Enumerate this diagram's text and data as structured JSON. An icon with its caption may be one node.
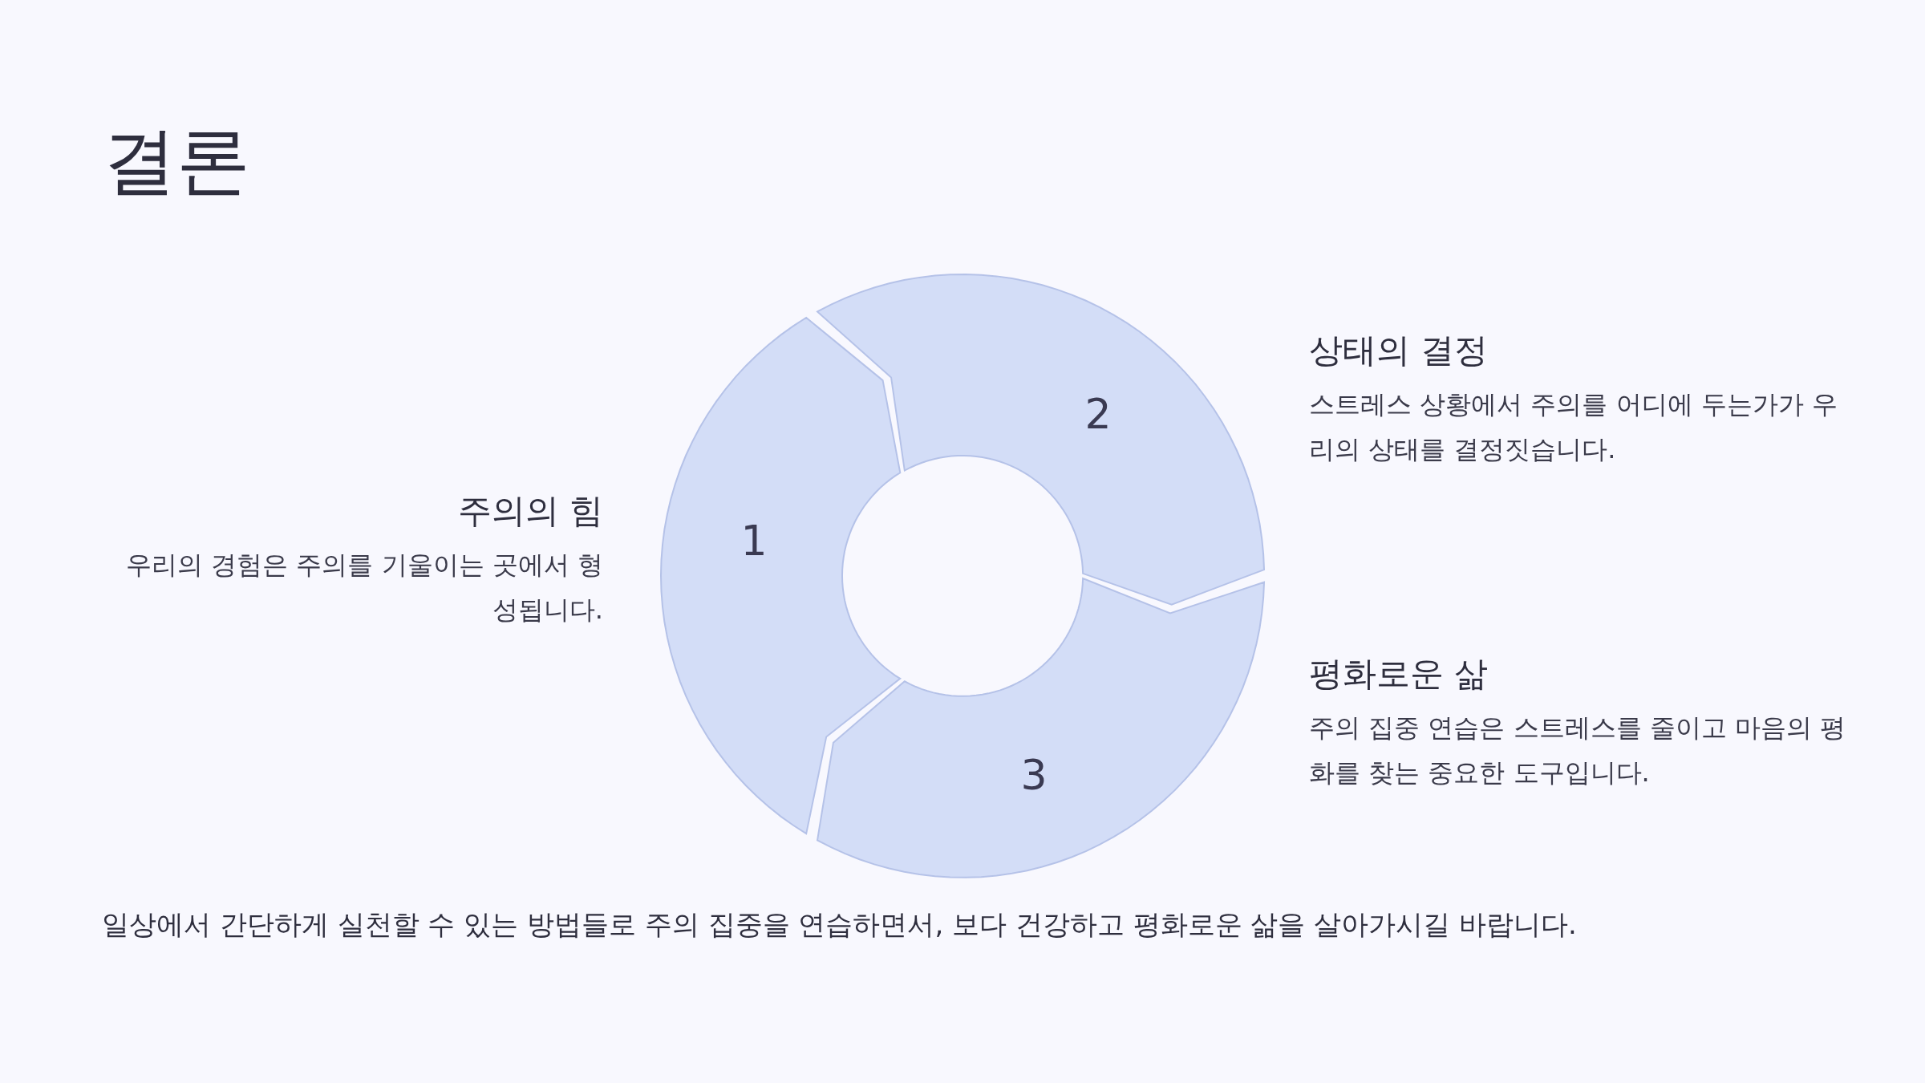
{
  "diagram": {
    "title": "결론",
    "nodes": [
      {
        "text": [
          "1"
        ],
        "beside": [
          "주의의 힘",
          "우리의 경험은 주의를 기울이는 곳에서 형성됩니다."
        ]
      },
      {
        "text": [
          "2"
        ],
        "beside": [
          "상태의 결정",
          "스트레스 상황에서 주의를 어디에 두는가가 우리의 상태를 결정짓습니다."
        ]
      },
      {
        "text": [
          "3"
        ],
        "beside": [
          "평화로운 삶",
          "주의 집중 연습은 스트레스를 줄이고 마음의 평화를 찾는 중요한 도구입니다."
        ]
      }
    ],
    "caption": "일상에서 간단하게 실천할 수 있는 방법들로 주의 집중을 연습하면서, 보다 건강하고 평화로운 삶을 살아가시길 바랍니다."
  }
}
